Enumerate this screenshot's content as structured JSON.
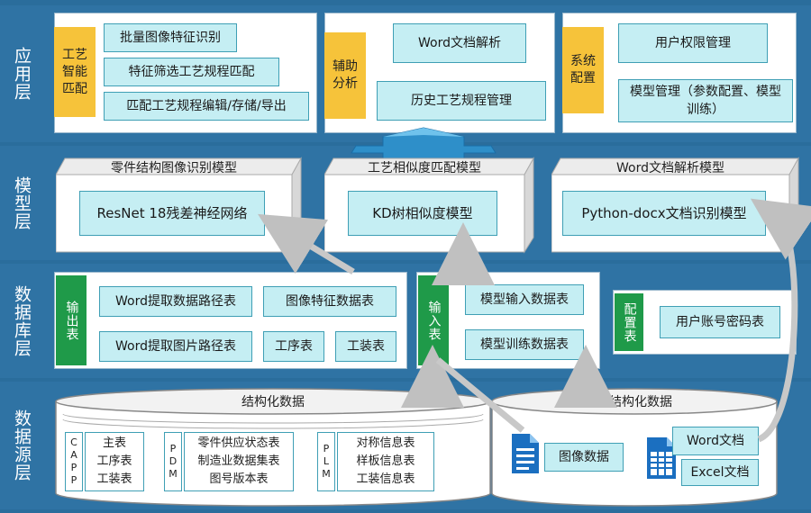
{
  "layers": {
    "app": "应用层",
    "model": "模型层",
    "database": "数据库层",
    "source": "数据源层"
  },
  "app": {
    "group1_tag": "工艺智能匹配",
    "group1_items": [
      "批量图像特征识别",
      "特征筛选工艺规程匹配",
      "匹配工艺规程编辑/存储/导出"
    ],
    "group2_tag": "辅助分析",
    "group2_items": [
      "Word文档解析",
      "历史工艺规程管理"
    ],
    "group3_tag": "系统配置",
    "group3_items": [
      "用户权限管理",
      "模型管理（参数配置、模型训练）"
    ]
  },
  "model": {
    "m1_title": "零件结构图像识别模型",
    "m1_inner": "ResNet 18残差神经网络",
    "m2_title": "工艺相似度匹配模型",
    "m2_inner": "KD树相似度模型",
    "m3_title": "Word文档解析模型",
    "m3_inner": "Python-docx文档识别模型"
  },
  "database": {
    "out_tag": "输出表",
    "out_items": [
      "Word提取数据路径表",
      "图像特征数据表",
      "Word提取图片路径表",
      "工序表",
      "工装表"
    ],
    "in_tag": "输入表",
    "in_items": [
      "模型输入数据表",
      "模型训练数据表"
    ],
    "cfg_tag": "配置表",
    "cfg_items": [
      "用户账号密码表"
    ]
  },
  "source": {
    "structured_title": "结构化数据",
    "capp_label": "CAPP",
    "capp_items": [
      "主表",
      "工序表",
      "工装表"
    ],
    "pdm_label": "PDM",
    "pdm_items": [
      "零件供应状态表",
      "制造业数据集表",
      "图号版本表"
    ],
    "plm_label": "PLM",
    "plm_items": [
      "对称信息表",
      "样板信息表",
      "工装信息表"
    ],
    "unstructured_title": "非结构化数据",
    "image_data": "图像数据",
    "word_doc": "Word文档",
    "excel_doc": "Excel文档"
  },
  "colors": {
    "band": "#2f73a4",
    "cyan_fill": "#c5eef3",
    "orange_tag": "#f6c33a",
    "green_tag": "#1f9a49"
  }
}
